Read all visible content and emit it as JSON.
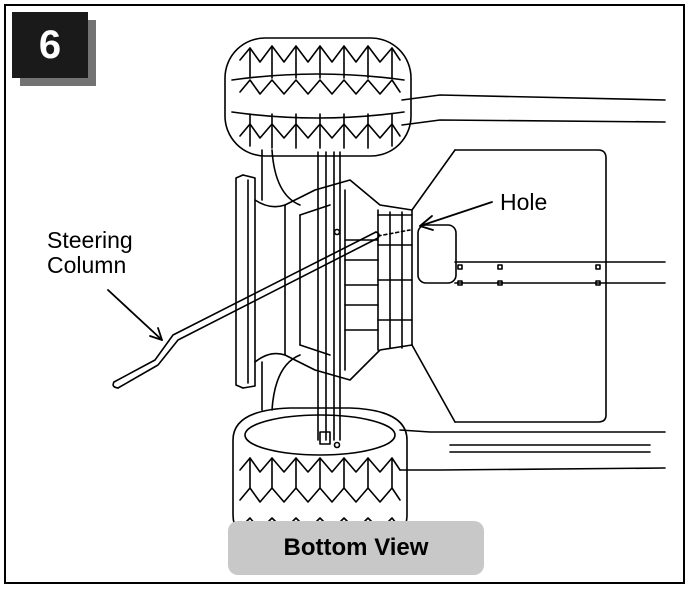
{
  "step": {
    "number": "6"
  },
  "callouts": {
    "hole": "Hole",
    "steering_column_line1": "Steering",
    "steering_column_line2": "Column"
  },
  "view_label": "Bottom View",
  "colors": {
    "badge": "#1a1a1a",
    "view_label_bg": "#c8c8c8",
    "line": "#000000"
  }
}
